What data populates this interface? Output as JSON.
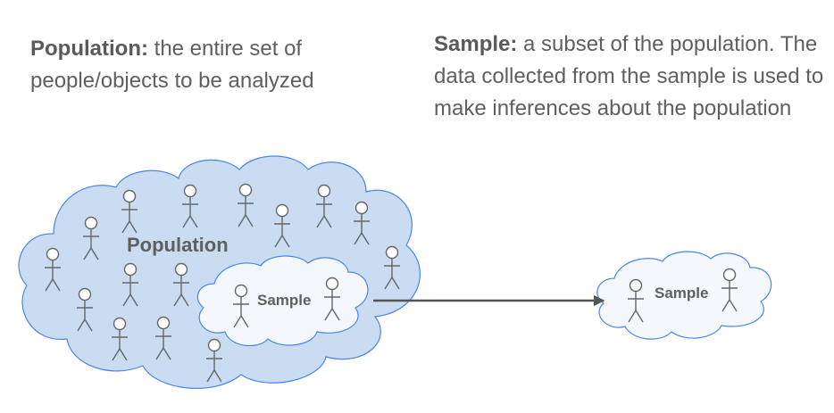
{
  "definitions": {
    "population": {
      "term": "Population:",
      "text": " the entire set of people/objects to be analyzed"
    },
    "sample": {
      "term": "Sample:",
      "text": " a subset of the population. The data collected from the sample is used to make inferences about the population"
    }
  },
  "diagram": {
    "population_label": "Population",
    "inner_sample_label": "Sample",
    "outer_sample_label": "Sample"
  },
  "colors": {
    "population_fill": "#c9dcf2",
    "cloud_stroke": "#4a86e8",
    "sample_fill": "#f4f8fc",
    "figure_stroke": "#666666",
    "arrow": "#555555"
  }
}
